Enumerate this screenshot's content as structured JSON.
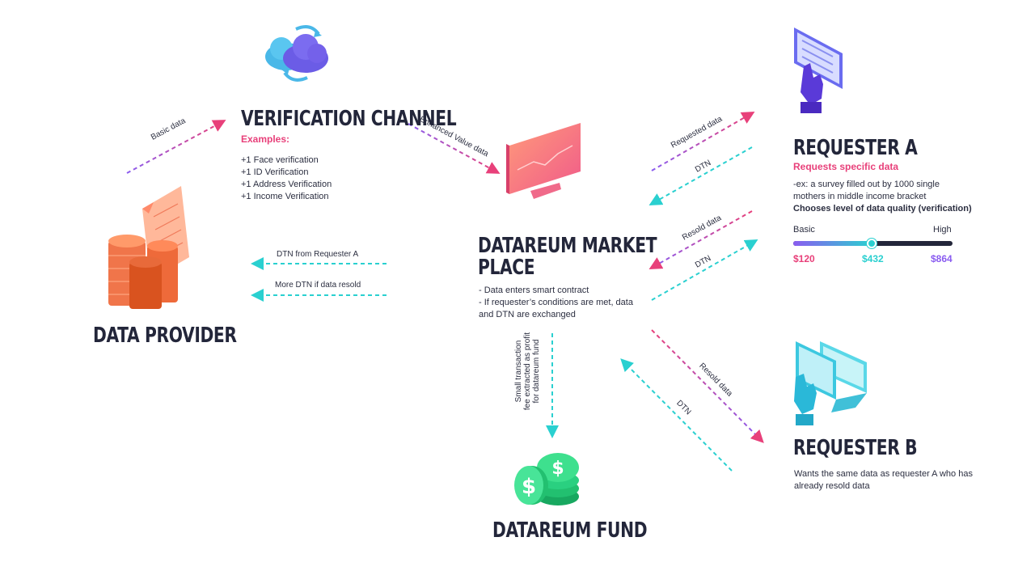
{
  "data_provider": {
    "title": "DATA PROVIDER"
  },
  "verification": {
    "title": "VERIFICATION CHANNEL",
    "examples_label": "Examples:",
    "examples": [
      "+1 Face verification",
      "+1 ID Verification",
      "+1 Address Verification",
      "+1 Income Verification"
    ]
  },
  "marketplace": {
    "title_line1": "DATAREUM MARKET",
    "title_line2": "PLACE",
    "desc_line1": "- Data enters smart contract",
    "desc_line2": "- If requester’s conditions are met, data",
    "desc_line3": "and DTN are exchanged"
  },
  "requester_a": {
    "title": "REQUESTER A",
    "subtitle": "Requests specific data",
    "desc_line1": "-ex: a survey filled out by 1000 single",
    "desc_line2": "mothers in middle income bracket",
    "desc_bold": "Chooses level of data quality (verification)",
    "slider": {
      "low_label": "Basic",
      "high_label": "High",
      "level": 0.49,
      "prices": [
        "$120",
        "$432",
        "$864"
      ],
      "price_colors": [
        "#e8407a",
        "#2ad0d0",
        "#8a5cf0"
      ]
    }
  },
  "requester_b": {
    "title": "REQUESTER B",
    "desc_line1": "Wants the same data as requester A who has",
    "desc_line2": "already resold data"
  },
  "fund": {
    "title": "DATAREUM FUND",
    "fee_line1": "Small transaction",
    "fee_line2": "fee extracted as profit",
    "fee_line3": "for datareum fund"
  },
  "arrows": {
    "basic_data": "Basic data",
    "enhanced_value_data": "Enhanced Value data",
    "requested_data": "Requested data",
    "dtn": "DTN",
    "resold_data": "Resold data",
    "dtn_from_requester_a": "DTN from Requester A",
    "more_dtn": "More DTN if data resold"
  },
  "colors": {
    "pink": "#e8407a",
    "cyan": "#2ad0d0",
    "purple": "#8a5cf0",
    "heading": "#23263a"
  }
}
